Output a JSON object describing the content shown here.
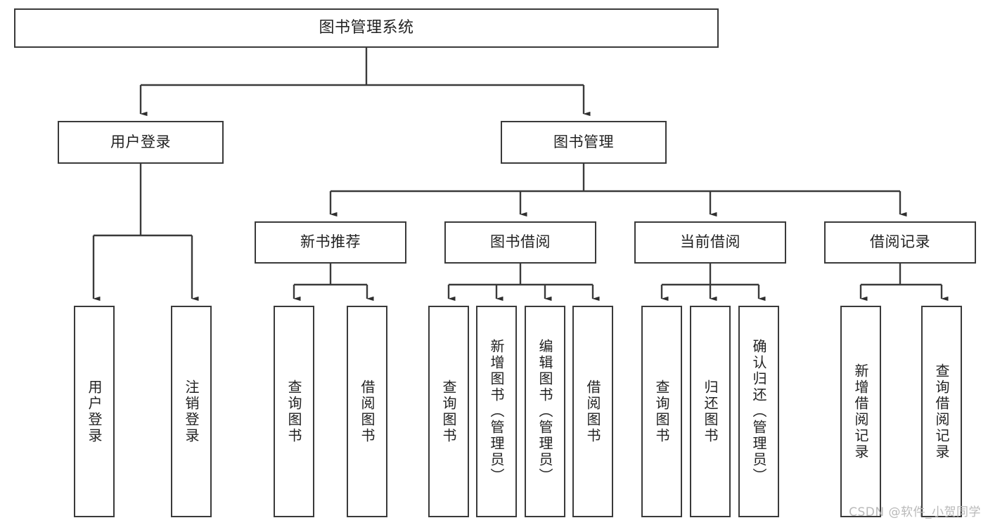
{
  "diagram": {
    "title": "图书管理系统",
    "type": "tree-hierarchy-chart",
    "line_color": "#3a3a3a",
    "box_fill": "#ffffff",
    "text_color": "#222222"
  },
  "nodes": {
    "root": {
      "label": "图书管理系统"
    },
    "level2": [
      {
        "id": "user-login",
        "label": "用户登录"
      },
      {
        "id": "book-manage",
        "label": "图书管理"
      }
    ],
    "level3": [
      {
        "id": "new-book-rec",
        "label": "新书推荐"
      },
      {
        "id": "book-borrow",
        "label": "图书借阅"
      },
      {
        "id": "current-borrow",
        "label": "当前借阅"
      },
      {
        "id": "borrow-record",
        "label": "借阅记录"
      }
    ],
    "leaves": {
      "user_login": [
        {
          "id": "leaf-user-login",
          "label": "用户登录"
        },
        {
          "id": "leaf-logout",
          "label": "注销登录"
        }
      ],
      "new_book_rec": [
        {
          "id": "leaf-query-book-1",
          "label": "查询图书"
        },
        {
          "id": "leaf-borrow-book-1",
          "label": "借阅图书"
        }
      ],
      "book_borrow": [
        {
          "id": "leaf-query-book-2",
          "label": "查询图书"
        },
        {
          "id": "leaf-add-book",
          "label": "新增图书（管理员）"
        },
        {
          "id": "leaf-edit-book",
          "label": "编辑图书（管理员）"
        },
        {
          "id": "leaf-borrow-book-2",
          "label": "借阅图书"
        }
      ],
      "current_borrow": [
        {
          "id": "leaf-query-book-3",
          "label": "查询图书"
        },
        {
          "id": "leaf-return-book",
          "label": "归还图书"
        },
        {
          "id": "leaf-confirm-return",
          "label": "确认归还（管理员）"
        }
      ],
      "borrow_record": [
        {
          "id": "leaf-add-record",
          "label": "新增借阅记录"
        },
        {
          "id": "leaf-query-record",
          "label": "查询借阅记录"
        }
      ]
    }
  },
  "watermark": {
    "text": "CSDN @软件_小贺同学"
  }
}
